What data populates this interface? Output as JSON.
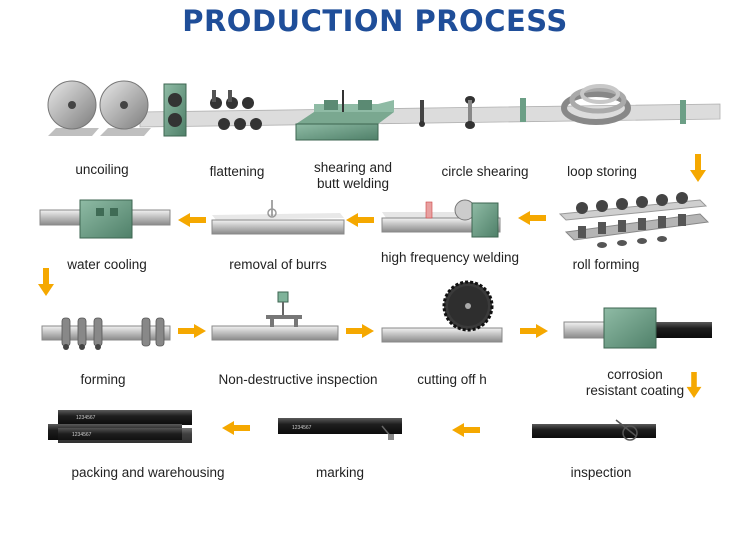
{
  "title": "PRODUCTION PROCESS",
  "colors": {
    "title": "#1f4e99",
    "arrow": "#f5a800",
    "machine": "#6c9f86",
    "pipe_dark": "#2b2b2b",
    "pipe_light": "#c9c9c9"
  },
  "steps": [
    {
      "name": "uncoiling"
    },
    {
      "name": "flattening"
    },
    {
      "name": "shearing and butt welding",
      "line1": "shearing and",
      "line2": "butt welding"
    },
    {
      "name": "circle shearing"
    },
    {
      "name": "loop storing"
    },
    {
      "name": "roll forming"
    },
    {
      "name": "high frequency welding"
    },
    {
      "name": "removal of burrs"
    },
    {
      "name": "water cooling"
    },
    {
      "name": "forming"
    },
    {
      "name": "Non-destructive inspection"
    },
    {
      "name": "cutting off h"
    },
    {
      "name": "corrosion resistant coating",
      "line1": "corrosion",
      "line2": "resistant coating"
    },
    {
      "name": "inspection"
    },
    {
      "name": "marking"
    },
    {
      "name": "packing and warehousing"
    }
  ],
  "marking_text": "1234567"
}
